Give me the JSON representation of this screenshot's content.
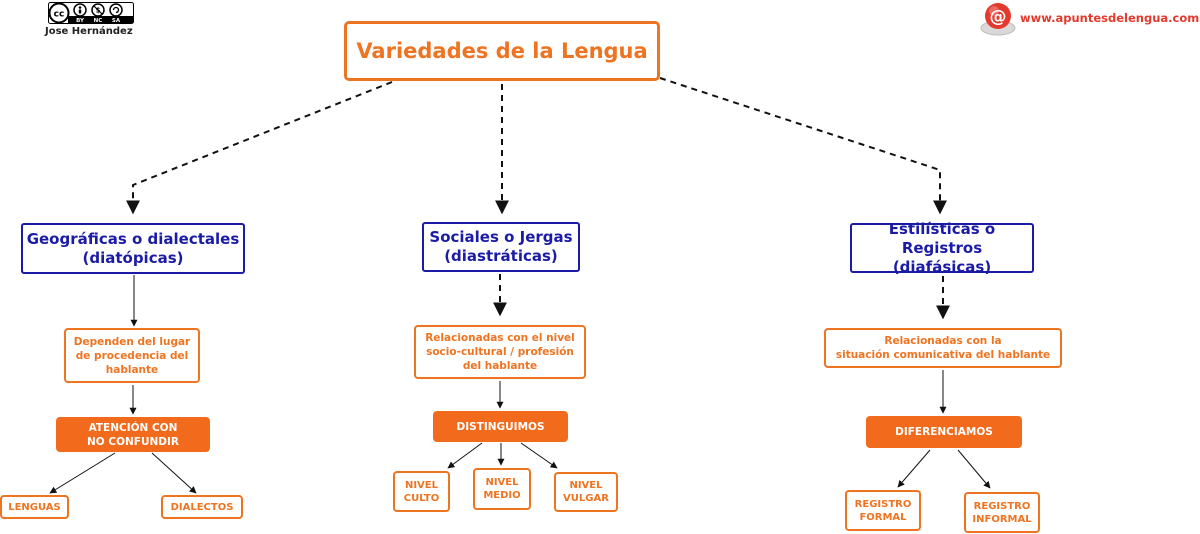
{
  "license": {
    "cc_label": "cc",
    "terms": [
      "BY",
      "NC",
      "SA"
    ],
    "author": "Jose Hernández"
  },
  "brand": {
    "site": "www.apuntesdelengua.com",
    "logo_symbol": "@",
    "icon": "at-sign-logo"
  },
  "colors": {
    "orange": "#ef7422",
    "orange_fill": "#f26a1b",
    "blue": "#1b1ba6",
    "brand_red": "#e23b2e"
  },
  "title": "Variedades de la Lengua",
  "branches": [
    {
      "category": "Geográficas o dialectales\n(diatópicas)",
      "description": "Dependen del lugar\nde procedencia del\nhablante",
      "action": "ATENCIÓN CON\nNO CONFUNDIR",
      "leaves": [
        "LENGUAS",
        "DIALECTOS"
      ]
    },
    {
      "category": "Sociales o Jergas\n(diastráticas)",
      "description": "Relacionadas con el nivel\nsocio-cultural / profesión\ndel hablante",
      "action": "DISTINGUIMOS",
      "leaves": [
        "NIVEL\nCULTO",
        "NIVEL\nMEDIO",
        "NIVEL\nVULGAR"
      ]
    },
    {
      "category": "Estilísticas o Registros\n(diafásicas)",
      "description": "Relacionadas con la\nsituación comunicativa del hablante",
      "action": "DIFERENCIAMOS",
      "leaves": [
        "REGISTRO\nFORMAL",
        "REGISTRO\nINFORMAL"
      ]
    }
  ]
}
